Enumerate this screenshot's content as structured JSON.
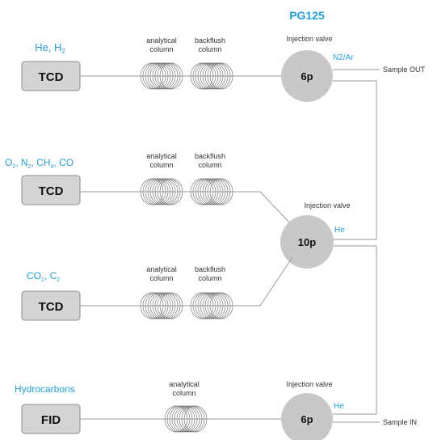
{
  "title": "PG125",
  "gas_labels": {
    "he_h2": {
      "main": "He, H",
      "sub": "2"
    },
    "o2_n2": {
      "parts": [
        [
          "O",
          ""
        ],
        [
          "2",
          ","
        ],
        [
          "N",
          ""
        ],
        [
          "2",
          ","
        ],
        [
          "CH",
          ""
        ],
        [
          "4",
          ","
        ],
        [
          "CO",
          ""
        ]
      ]
    },
    "co2_c2": {
      "parts": [
        [
          "CO",
          ""
        ],
        [
          "2",
          ","
        ],
        [
          "C",
          ""
        ],
        [
          "2",
          ""
        ]
      ]
    },
    "hydrocarbons": "Hydrocarbons"
  },
  "detectors": {
    "d1": "TCD",
    "d2": "TCD",
    "d3": "TCD",
    "d4": "FID"
  },
  "column_labels": {
    "analytical_1": "analytical",
    "analytical_2": "column",
    "backflush_1": "backflush",
    "backflush_2": "column"
  },
  "valves": {
    "v1": {
      "label": "6p",
      "caption": "Injection valve",
      "gas": "N2/Ar"
    },
    "v2": {
      "label": "10p",
      "caption": "Injection valve",
      "gas": "He"
    },
    "v3": {
      "label": "6p",
      "caption": "Injection valve",
      "gas": "He"
    }
  },
  "sample_out": "Sample OUT",
  "sample_in": "Sample IN",
  "colors": {
    "accent_blue": "#1e9fe0",
    "detector_fill": "#d4d4d4",
    "valve_fill": "#c8c8c8",
    "line": "#9a9a9a"
  }
}
